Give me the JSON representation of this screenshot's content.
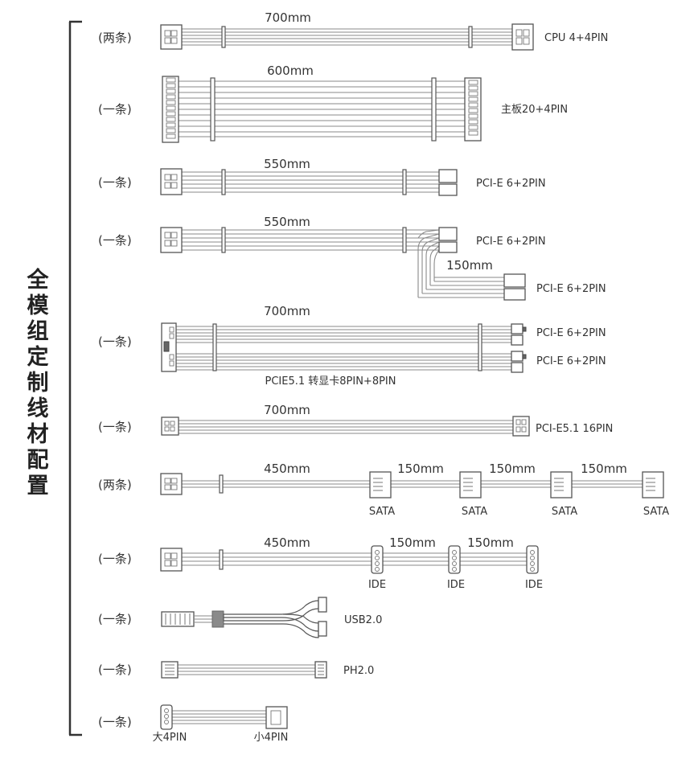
{
  "side_title": [
    "全",
    "模",
    "组",
    "定",
    "制",
    "线",
    "材",
    "配",
    "置"
  ],
  "rows": [
    {
      "qty": "(两条)",
      "lengths": [
        "700mm"
      ],
      "labels": [
        "CPU 4+4PIN"
      ]
    },
    {
      "qty": "(一条)",
      "lengths": [
        "600mm"
      ],
      "labels": [
        "主板20+4PIN"
      ]
    },
    {
      "qty": "(一条)",
      "lengths": [
        "550mm"
      ],
      "labels": [
        "PCI-E 6+2PIN"
      ]
    },
    {
      "qty": "(一条)",
      "lengths": [
        "550mm",
        "150mm"
      ],
      "labels": [
        "PCI-E 6+2PIN",
        "PCI-E 6+2PIN"
      ]
    },
    {
      "qty": "(一条)",
      "lengths": [
        "700mm"
      ],
      "labels": [
        "PCI-E 6+2PIN",
        "PCI-E 6+2PIN",
        "PCIE5.1 转显卡8PIN+8PIN"
      ]
    },
    {
      "qty": "(一条)",
      "lengths": [
        "700mm"
      ],
      "labels": [
        "PCI-E5.1 16PIN"
      ]
    },
    {
      "qty": "(两条)",
      "lengths": [
        "450mm",
        "150mm",
        "150mm",
        "150mm"
      ],
      "labels": [
        "SATA",
        "SATA",
        "SATA",
        "SATA"
      ]
    },
    {
      "qty": "(一条)",
      "lengths": [
        "450mm",
        "150mm",
        "150mm"
      ],
      "labels": [
        "IDE",
        "IDE",
        "IDE"
      ]
    },
    {
      "qty": "(一条)",
      "lengths": [],
      "labels": [
        "USB2.0"
      ]
    },
    {
      "qty": "(一条)",
      "lengths": [],
      "labels": [
        "PH2.0"
      ]
    },
    {
      "qty": "(一条)",
      "lengths": [],
      "labels": [
        "大4PIN",
        "小4PIN"
      ]
    }
  ]
}
